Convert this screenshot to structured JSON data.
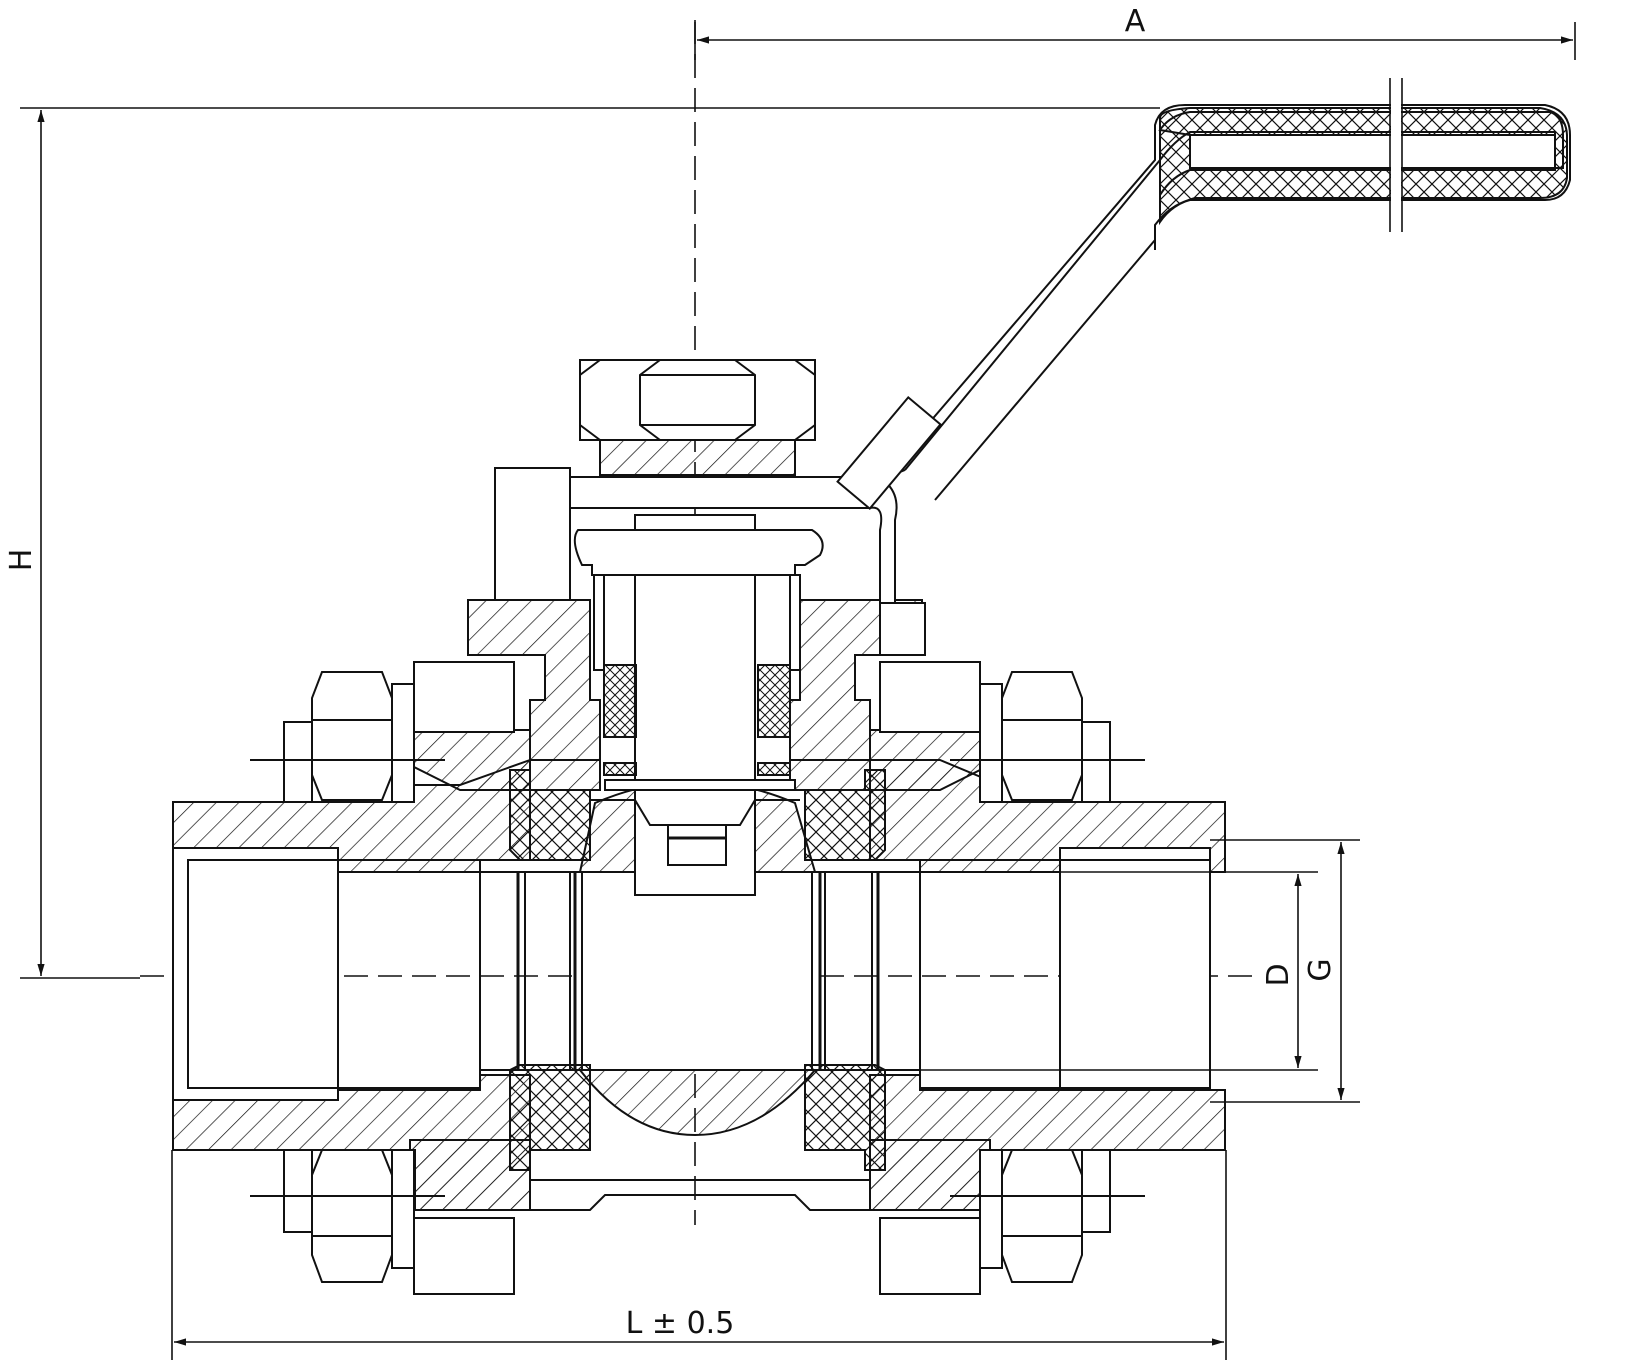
{
  "diagram": {
    "labels": {
      "handle_length": "A",
      "height": "H",
      "bore": "D",
      "thread": "G",
      "length": "L ± 0.5"
    },
    "colors": {
      "ink": "#111111",
      "background": "#ffffff"
    }
  }
}
